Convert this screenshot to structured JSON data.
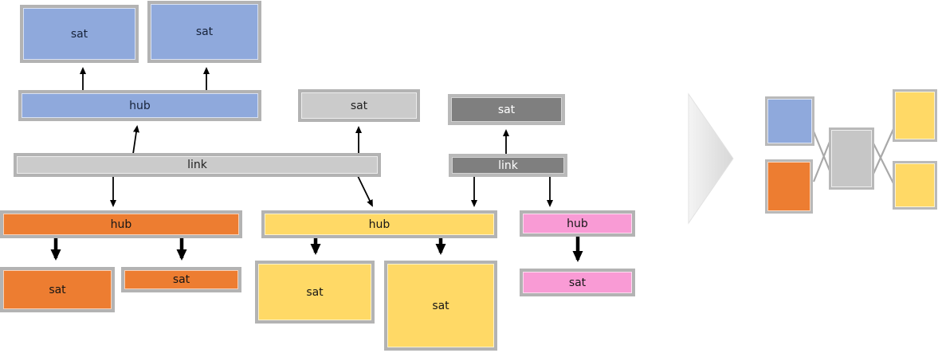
{
  "diagram_type": "data-vault-model",
  "palette": {
    "blue": "#8fa9dc",
    "orange": "#ed7d31",
    "yellow": "#ffd966",
    "pink": "#f99bd5",
    "gray_light": "#cbcbcb",
    "gray_dark": "#7f7f7f",
    "border_gray": "#b3b3b3",
    "edge_black": "#000000",
    "mini_line_gray": "#a9a9a9"
  },
  "icons": {
    "transform_arrow": "right-arrow"
  },
  "nodes": {
    "blue_sat_1": {
      "label": "sat",
      "color": "blue"
    },
    "blue_sat_2": {
      "label": "sat",
      "color": "blue"
    },
    "blue_hub": {
      "label": "hub",
      "color": "blue"
    },
    "gray_sat": {
      "label": "sat",
      "color": "gray_light"
    },
    "gray_link": {
      "label": "link",
      "color": "gray_light"
    },
    "dark_sat": {
      "label": "sat",
      "color": "gray_dark"
    },
    "dark_link": {
      "label": "link",
      "color": "gray_dark"
    },
    "orange_hub": {
      "label": "hub",
      "color": "orange"
    },
    "orange_sat_1": {
      "label": "sat",
      "color": "orange"
    },
    "orange_sat_2": {
      "label": "sat",
      "color": "orange"
    },
    "yellow_hub": {
      "label": "hub",
      "color": "yellow"
    },
    "yellow_sat_1": {
      "label": "sat",
      "color": "yellow"
    },
    "yellow_sat_2": {
      "label": "sat",
      "color": "yellow"
    },
    "pink_hub": {
      "label": "hub",
      "color": "pink"
    },
    "pink_sat": {
      "label": "sat",
      "color": "pink"
    }
  },
  "edges": [
    {
      "from": "blue_hub",
      "to": "blue_sat_1"
    },
    {
      "from": "blue_hub",
      "to": "blue_sat_2"
    },
    {
      "from": "gray_link",
      "to": "blue_hub"
    },
    {
      "from": "gray_link",
      "to": "gray_sat"
    },
    {
      "from": "gray_link",
      "to": "orange_hub"
    },
    {
      "from": "gray_link",
      "to": "yellow_hub"
    },
    {
      "from": "dark_link",
      "to": "dark_sat"
    },
    {
      "from": "dark_link",
      "to": "yellow_hub"
    },
    {
      "from": "dark_link",
      "to": "pink_hub"
    },
    {
      "from": "orange_hub",
      "to": "orange_sat_1"
    },
    {
      "from": "orange_hub",
      "to": "orange_sat_2"
    },
    {
      "from": "yellow_hub",
      "to": "yellow_sat_1"
    },
    {
      "from": "yellow_hub",
      "to": "yellow_sat_2"
    },
    {
      "from": "pink_hub",
      "to": "pink_sat"
    }
  ],
  "mini_model": {
    "left_squares": [
      "blue",
      "orange"
    ],
    "center_square": "gray",
    "right_squares": [
      "yellow",
      "yellow"
    ]
  }
}
